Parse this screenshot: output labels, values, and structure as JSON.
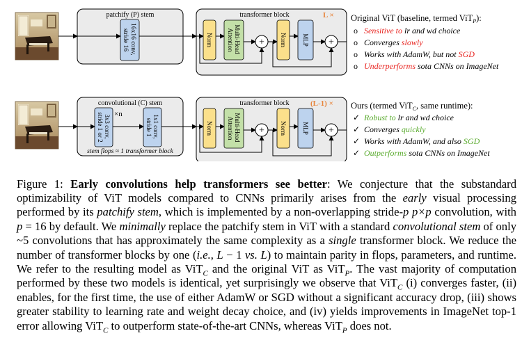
{
  "top": {
    "stem_title": "patchify (P) stem",
    "conv_label": [
      "16x16 conv,",
      "stride 16"
    ],
    "block_title": "transformer block",
    "repeat": "L ×",
    "norm": "Norm",
    "mha": [
      "Multi-Head",
      "Attention"
    ],
    "mlp": "MLP",
    "plus": "+",
    "heading": "Original ViT (baseline, termed ViT",
    "heading_sub": "P",
    "heading_end": "):",
    "items": [
      {
        "hl": "Sensitive to",
        "rest": " lr and wd choice"
      },
      {
        "pre": "Converges ",
        "hl": "slowly"
      },
      {
        "pre": "Works with AdamW, but not ",
        "hl": "SGD"
      },
      {
        "hl": "Underperforms",
        "rest": " sota CNNs on ImageNet"
      }
    ],
    "bullet": "o"
  },
  "bottom": {
    "stem_title": "convolutional (C) stem",
    "conv3_label": [
      "3x3 conv,",
      "stride 1 or 2"
    ],
    "times_n": "×n",
    "conv1_label": [
      "1x1 conv,",
      "stride 1"
    ],
    "stem_note": "stem flops ≈ 1 transformer block",
    "block_title": "transformer block",
    "repeat": "(L-1) ×",
    "norm": "Norm",
    "mha": [
      "Multi-Head",
      "Attention"
    ],
    "mlp": "MLP",
    "plus": "+",
    "heading": "Ours (termed ViT",
    "heading_sub": "C",
    "heading_end": ", same runtime):",
    "items": [
      {
        "hl": "Robust to",
        "rest": " lr and wd choice"
      },
      {
        "pre": "Converges ",
        "hl": "quickly"
      },
      {
        "pre": "Works with AdamW, and also ",
        "hl": "SGD"
      },
      {
        "hl": "Outperforms",
        "rest": " sota CNNs on ImageNet"
      }
    ],
    "bullet": "✓"
  },
  "colors": {
    "red": "#e8231f",
    "green": "#5aab2e",
    "orange": "#e8843a",
    "conv_fill": "#bdd3ee",
    "norm_fill": "#fbe08b",
    "mha_fill": "#c3e0a8",
    "mlp_fill": "#bdd3ee",
    "panel_fill": "#ebebeb"
  },
  "caption": {
    "label": "Figure 1: ",
    "bold": "Early convolutions help transformers see better",
    "s1": ": We conjecture that the substandard optimizability of ViT models compared to CNNs primarily arises from the ",
    "early": "early",
    "s2": " visual processing performed by its ",
    "patchify_stem": "patchify stem",
    "s3": ", which is implemented by a non-overlapping stride-",
    "p1": "p",
    "pxp": "p×p",
    "s4": " convolution, with ",
    "p2": "p",
    "s5": " = 16 by default. We ",
    "minimally": "minimally",
    "s6": " replace the patchify stem in ViT with a standard ",
    "conv_stem": "convolutional stem",
    "s7": " of only ~5 convolutions that has approximately the same complexity as a ",
    "single": "single",
    "s8": " transformer block. We reduce the number of transformer blocks by one (",
    "ie": "i.e.",
    "s9": ", ",
    "l1": "L",
    "s10": " − 1 ",
    "vs": "vs.",
    "s11": " ",
    "l2": "L",
    "s12": ") to maintain parity in flops, parameters, and runtime. We refer to the resulting model as ViT",
    "sub_c1": "C",
    "s13": " and the original ViT as ViT",
    "sub_p1": "P",
    "s14": ". The vast majority of computation performed by these two models is identical, yet surprisingly we observe that ViT",
    "sub_c2": "C",
    "s15": " (i) converges faster, (ii) enables, for the first time, the use of either AdamW or SGD without a significant accuracy drop, (iii) shows greater stability to learning rate and weight decay choice, and (iv) yields improvements in ImageNet top-1 error allowing ViT",
    "sub_c3": "C",
    "s16": " to outperform state-of-the-art CNNs, whereas ViT",
    "sub_p2": "P",
    "s17": " does not."
  }
}
